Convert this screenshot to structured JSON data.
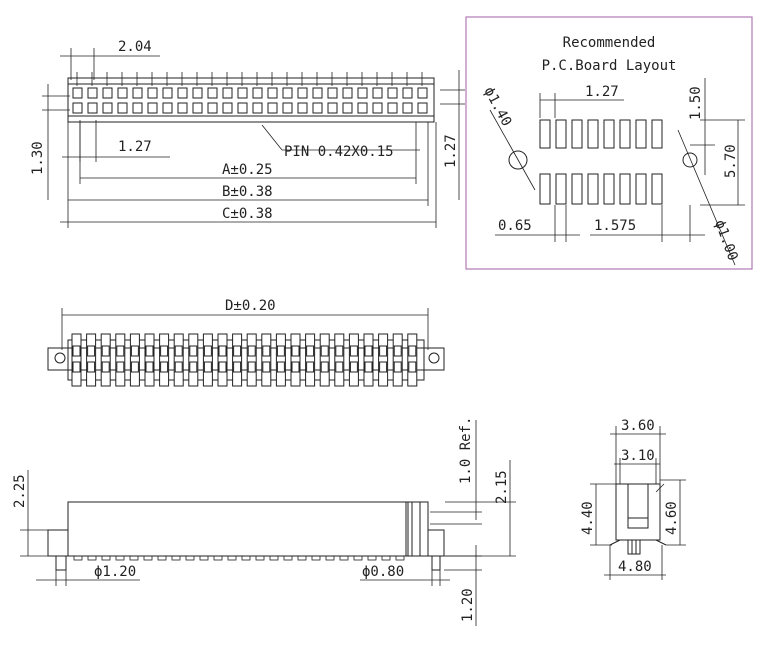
{
  "layout_box": {
    "title_line1": "Recommended",
    "title_line2": "P.C.Board  Layout",
    "dim_pitch": "1.27",
    "dim_dia_large": "ϕ1.40",
    "dim_dia_small": "ϕ1.00",
    "dim_gap": "1.50",
    "dim_row": "5.70",
    "dim_pad_w": "0.65",
    "dim_offset": "1.575"
  },
  "top_view": {
    "dim_204": "2.04",
    "dim_130": "1.30",
    "dim_127_left": "1.27",
    "dim_127_right": "1.27",
    "pin_note": "PIN  0.42X0.15",
    "dim_a": "A±0.25",
    "dim_b": "B±0.38",
    "dim_c": "C±0.38"
  },
  "mid_view": {
    "dim_d": "D±0.20"
  },
  "side_view": {
    "dim_225": "2.25",
    "dim_ref": "1.0  Ref.",
    "dim_215": "2.15",
    "dim_120_dia": "ϕ1.20",
    "dim_080_dia": "ϕ0.80",
    "dim_120": "1.20"
  },
  "end_view": {
    "dim_360": "3.60",
    "dim_310": "3.10",
    "dim_440": "4.40",
    "dim_460": "4.60",
    "dim_480": "4.80"
  }
}
